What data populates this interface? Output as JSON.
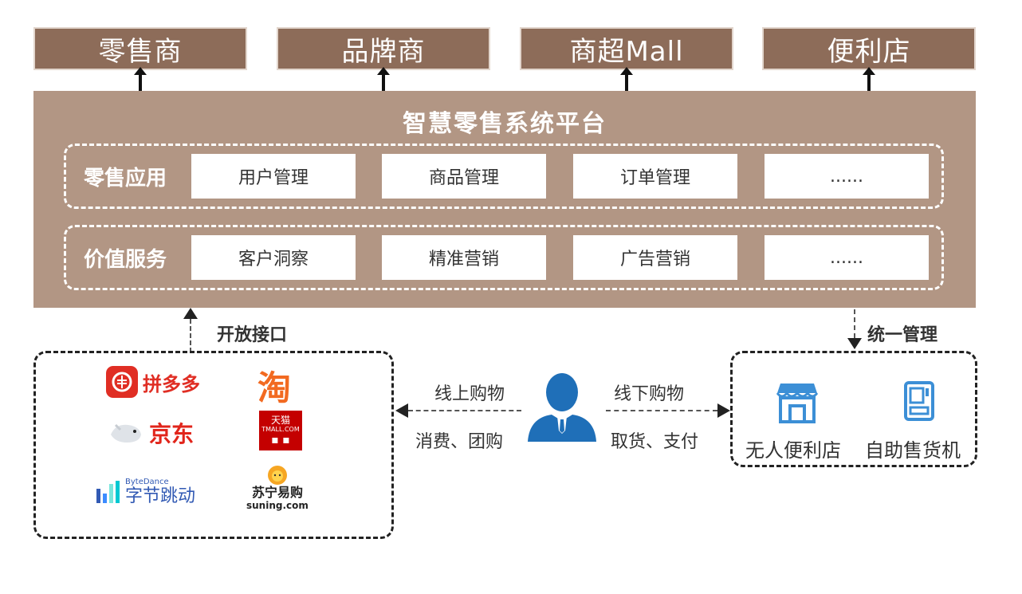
{
  "targets": [
    "零售商",
    "品牌商",
    "商超Mall",
    "便利店"
  ],
  "platform": {
    "title": "智慧零售系统平台",
    "rows": [
      {
        "label": "零售应用",
        "cells": [
          "用户管理",
          "商品管理",
          "订单管理",
          "......"
        ]
      },
      {
        "label": "价值服务",
        "cells": [
          "客户洞察",
          "精准营销",
          "广告营销",
          "......"
        ]
      }
    ]
  },
  "left_link_label": "开放接口",
  "right_link_label": "统一管理",
  "online": {
    "label": "线上购物",
    "detail": "消费、团购"
  },
  "offline": {
    "label": "线下购物",
    "detail": "取货、支付"
  },
  "partners": {
    "pdd": "拼多多",
    "taobao": "淘",
    "jd": "京东",
    "tmall_cn": "天猫",
    "tmall_en": "TMALL.COM",
    "bytedance_en": "ByteDance",
    "bytedance_cn": "字节跳动",
    "suning_cn": "苏宁易购",
    "suning_en": "suning.com"
  },
  "stores": [
    "无人便利店",
    "自助售货机"
  ],
  "colors": {
    "top_box": "#8d6c59",
    "platform": "#b29684",
    "store_icon": "#3c8fd6",
    "person": "#1f6fb8"
  },
  "icons": [
    "person-icon",
    "store-icon",
    "vending-machine-icon"
  ]
}
